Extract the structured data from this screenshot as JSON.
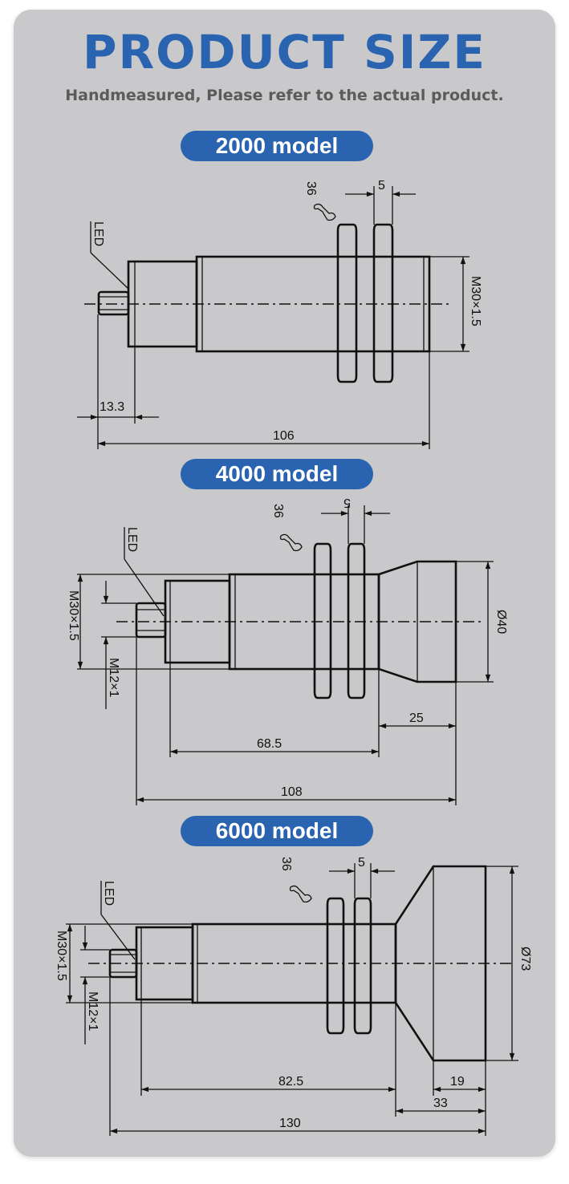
{
  "header": {
    "title": "PRODUCT SIZE",
    "subtitle": "Handmeasured, Please refer to the actual product."
  },
  "colors": {
    "accent": "#2a64b0",
    "card_bg": "#c9c8ca",
    "line": "#111111"
  },
  "models": [
    {
      "name": "2000 model",
      "labels": {
        "led": "LED",
        "wrench": "36",
        "nut_width": "5",
        "thread": "M30×1.5",
        "led_length": "13.3",
        "total_length": "106"
      }
    },
    {
      "name": "4000 model",
      "labels": {
        "led": "LED",
        "wrench": "36",
        "nut_width": "5",
        "thread": "M30×1.5",
        "connector": "M12×1",
        "diameter": "Ø40",
        "head_length": "25",
        "body_length": "68.5",
        "total_length": "108"
      }
    },
    {
      "name": "6000 model",
      "labels": {
        "led": "LED",
        "wrench": "36",
        "nut_width": "5",
        "thread": "M30×1.5",
        "connector": "M12×1",
        "diameter": "Ø73",
        "head_length": "19",
        "cone_length": "33",
        "body_length": "82.5",
        "total_length": "130"
      }
    }
  ]
}
